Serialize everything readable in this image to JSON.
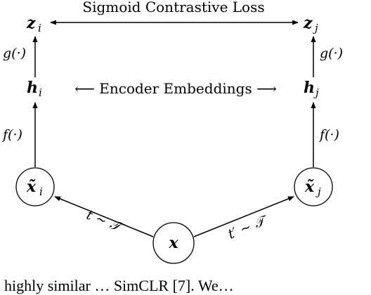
{
  "title": "Sigmoid Contrastive Loss",
  "encoder_label": "⟵ Encoder Embeddings ⟶",
  "nodes": {
    "zi": {
      "base": "z",
      "sub": "i"
    },
    "zj": {
      "base": "z",
      "sub": "j"
    },
    "hi": {
      "base": "h",
      "sub": "i"
    },
    "hj": {
      "base": "h",
      "sub": "j"
    },
    "xi": {
      "base": "x̃",
      "sub": "i"
    },
    "xj": {
      "base": "x̃",
      "sub": "j"
    },
    "x": {
      "base": "x"
    }
  },
  "functions": {
    "g_left": "g(·)",
    "g_right": "g(·)",
    "f_left": "f(·)",
    "f_right": "f(·)"
  },
  "augmentations": {
    "left": "t ∼ 𝒯",
    "right": "t′ ∼ 𝒯"
  },
  "caption_fragment": "highly similar …          SimCLR [7]. We…"
}
